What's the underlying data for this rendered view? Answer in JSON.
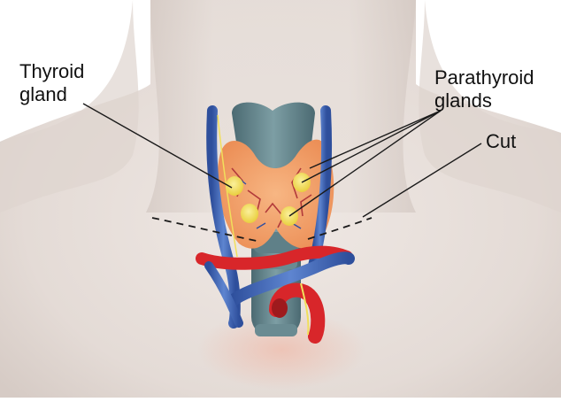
{
  "labels": {
    "thyroid": {
      "line1": "Thyroid",
      "line2": "gland"
    },
    "parathyroid": {
      "line1": "Parathyroid",
      "line2": "glands"
    },
    "cut": "Cut"
  },
  "colors": {
    "skin": "#e6ded9",
    "skin_shadow": "#d3c8c2",
    "vein": "#3c5fae",
    "artery": "#d8262a",
    "thyroid_tissue": "#f3a56c",
    "parathyroid": "#f1df5c",
    "cartilage": "#5e7f86",
    "label_line": "#1a1a1a"
  }
}
